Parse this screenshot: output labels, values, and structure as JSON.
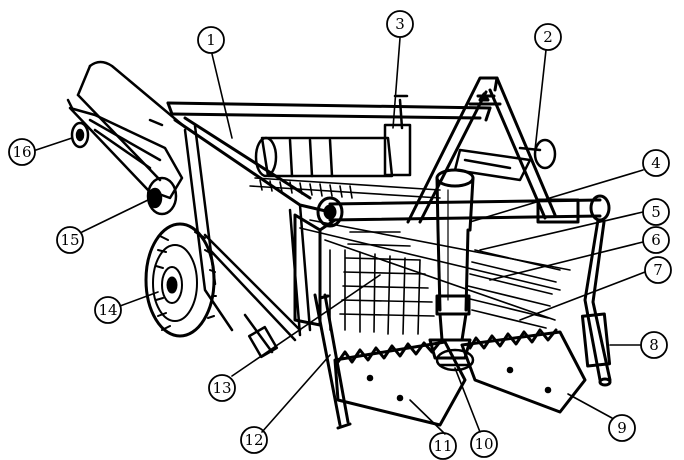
{
  "diagram": {
    "callouts": [
      {
        "id": "1",
        "label": "1"
      },
      {
        "id": "2",
        "label": "2"
      },
      {
        "id": "3",
        "label": "3"
      },
      {
        "id": "4",
        "label": "4"
      },
      {
        "id": "5",
        "label": "5"
      },
      {
        "id": "6",
        "label": "6"
      },
      {
        "id": "7",
        "label": "7"
      },
      {
        "id": "8",
        "label": "8"
      },
      {
        "id": "9",
        "label": "9"
      },
      {
        "id": "10",
        "label": "10"
      },
      {
        "id": "11",
        "label": "11"
      },
      {
        "id": "12",
        "label": "12"
      },
      {
        "id": "13",
        "label": "13"
      },
      {
        "id": "14",
        "label": "14"
      },
      {
        "id": "15",
        "label": "15"
      },
      {
        "id": "16",
        "label": "16"
      }
    ]
  },
  "colors": {
    "ink": "#000000",
    "paper": "#ffffff"
  }
}
